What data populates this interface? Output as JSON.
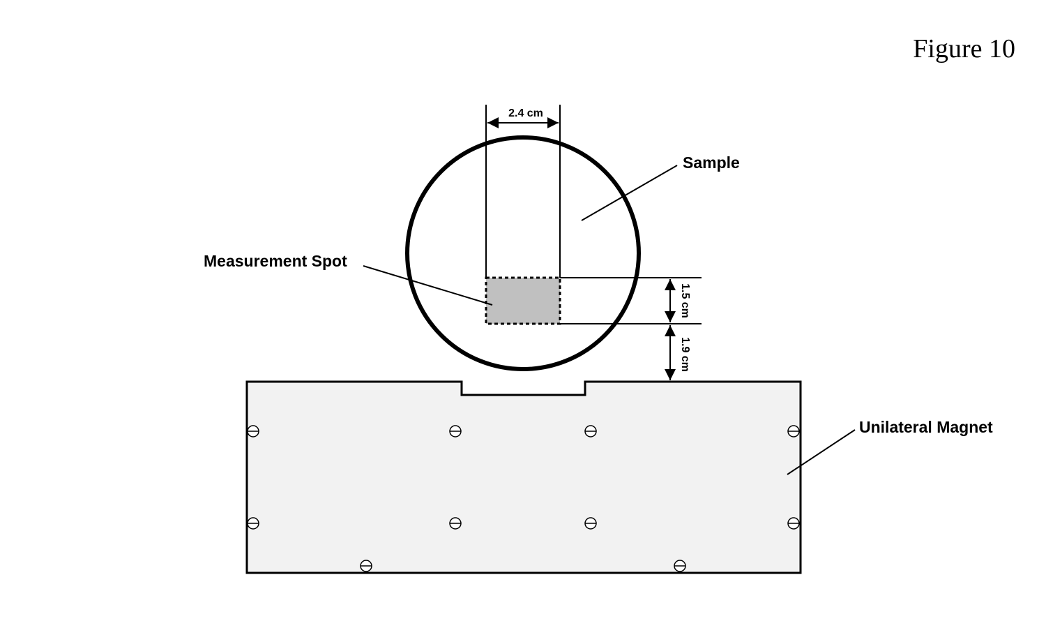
{
  "figure_label": "Figure 10",
  "labels": {
    "sample": "Sample",
    "measurement_spot": "Measurement Spot",
    "magnet": "Unilateral Magnet"
  },
  "dimensions": {
    "width": "2.4 cm",
    "spot_height": "1.5 cm",
    "gap": "1.9 cm"
  },
  "colors": {
    "line": "#000000",
    "magnet_fill": "#f2f2f2",
    "spot_fill": "#c0c0c0"
  },
  "icons": {
    "screw": "screw-icon"
  }
}
